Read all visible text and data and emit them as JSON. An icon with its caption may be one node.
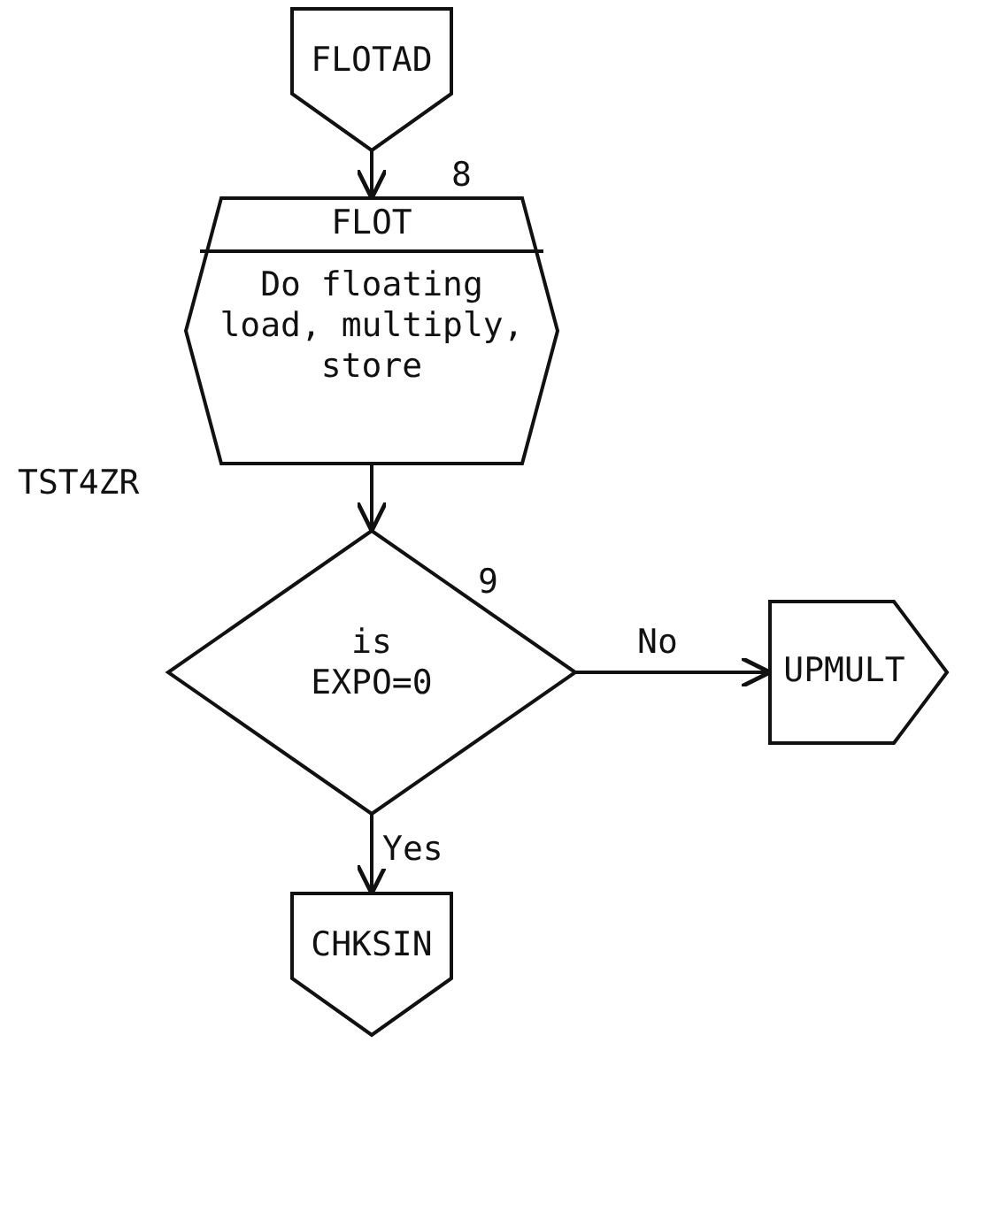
{
  "diagram": {
    "nodes": [
      {
        "text": [
          "FLOTAD"
        ]
      },
      {
        "text": [
          "FLOT",
          "Do floating load, multiply, store"
        ],
        "beside": [
          "8"
        ]
      },
      {
        "text": [
          "is EXPO=0"
        ],
        "beside": [
          "9",
          "TST4ZR"
        ]
      },
      {
        "text": [
          "UPMULT"
        ]
      },
      {
        "text": [
          "CHKSIN"
        ]
      }
    ],
    "edges": [
      {
        "from": 0,
        "to": 1,
        "arrow": "to"
      },
      {
        "from": 1,
        "to": 2,
        "arrow": "to"
      },
      {
        "from": 2,
        "to": 3,
        "arrow": "to",
        "label": "No"
      },
      {
        "from": 2,
        "to": 4,
        "arrow": "to",
        "label": "Yes"
      }
    ]
  }
}
